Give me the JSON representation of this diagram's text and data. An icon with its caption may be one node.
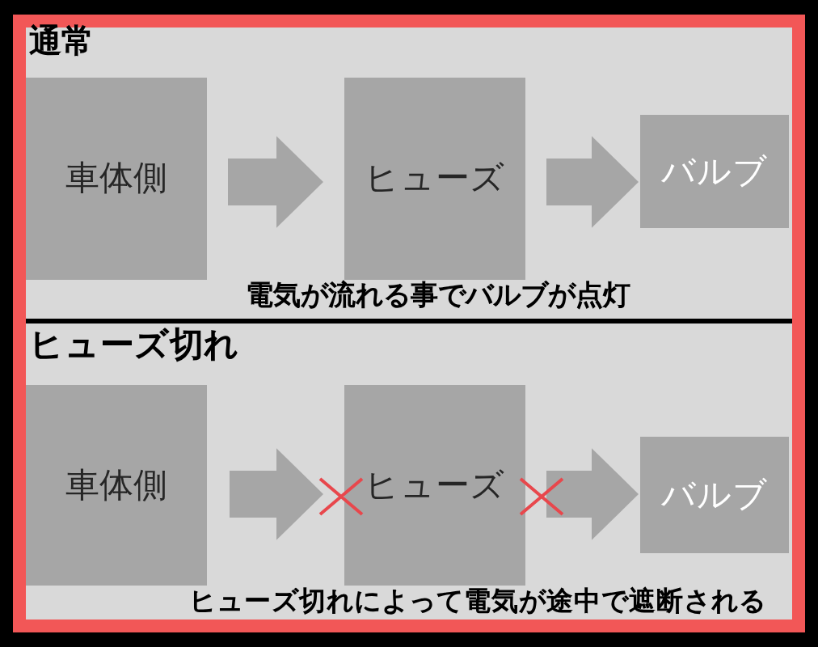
{
  "diagram": {
    "nodes": [
      {
        "text": [
          "車体側"
        ]
      },
      {
        "text": [
          "ヒューズ"
        ]
      },
      {
        "text": [
          "バルブ"
        ]
      },
      {
        "text": [
          "車体側"
        ]
      },
      {
        "text": [
          "ヒューズ"
        ]
      },
      {
        "text": [
          "バルブ"
        ]
      }
    ],
    "edges": [
      {
        "from": 0,
        "to": 1,
        "arrow": "to",
        "style": "thick"
      },
      {
        "from": 1,
        "to": 2,
        "arrow": "to",
        "style": "thick"
      },
      {
        "from": 3,
        "to": 4,
        "arrow": "to",
        "style": "thick"
      },
      {
        "from": 4,
        "to": 5,
        "arrow": "to",
        "style": "thick"
      }
    ],
    "labels": [
      "通常",
      "電気が流れる事でバルブが点灯",
      "ヒューズ切れ",
      "ヒューズ切れによって電気が途中で遮断される"
    ]
  }
}
